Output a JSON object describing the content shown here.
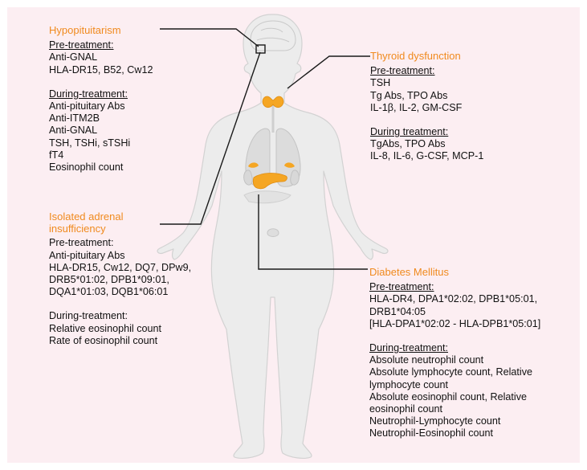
{
  "colors": {
    "background": "#fceef2",
    "title": "#f08a1e",
    "body_silhouette": "#ececec",
    "organ": "#f5a623",
    "connector": "#1a1a1a"
  },
  "hypopituitarism": {
    "title": "Hypopituitarism",
    "pre_heading": "Pre-treatment:",
    "pre_items": [
      "Anti-GNAL",
      "HLA-DR15, B52, Cw12"
    ],
    "during_heading": "During-treatment:",
    "during_items": [
      "Anti-pituitary Abs",
      "Anti-ITM2B",
      "Anti-GNAL",
      "TSH, TSHi, sTSHi",
      "fT4",
      "Eosinophil count"
    ]
  },
  "thyroid": {
    "title": "Thyroid dysfunction",
    "pre_heading": "Pre-treatment:",
    "pre_items": [
      "TSH",
      "Tg Abs, TPO Abs",
      "IL-1β, IL-2, GM-CSF"
    ],
    "during_heading": "During treatment:",
    "during_items": [
      "TgAbs, TPO Abs",
      "IL-8, IL-6, G-CSF, MCP-1"
    ]
  },
  "adrenal": {
    "title_line1": "Isolated adrenal",
    "title_line2": "insufficiency",
    "pre_heading": "Pre-treatment:",
    "pre_items": [
      "Anti-pituitary Abs",
      "HLA-DR15, Cw12, DQ7, DPw9,",
      "DRB5*01:02, DPB1*09:01,",
      "DQA1*01:03, DQB1*06:01"
    ],
    "during_heading": "During-treatment:",
    "during_items": [
      "Relative eosinophil count",
      "Rate of eosinophil count"
    ]
  },
  "diabetes": {
    "title": "Diabetes Mellitus",
    "pre_heading": "Pre-treatment:",
    "pre_items": [
      "HLA-DR4, DPA1*02:02, DPB1*05:01,",
      "DRB1*04:05",
      "[HLA-DPA1*02:02 - HLA-DPB1*05:01]"
    ],
    "during_heading": "During-treatment:",
    "during_items": [
      "Absolute neutrophil count",
      "Absolute lymphocyte count, Relative",
      "lymphocyte count",
      "Absolute eosinophil count, Relative",
      "eosinophil count",
      "Neutrophil-Lymphocyte count",
      "Neutrophil-Eosinophil count"
    ]
  }
}
